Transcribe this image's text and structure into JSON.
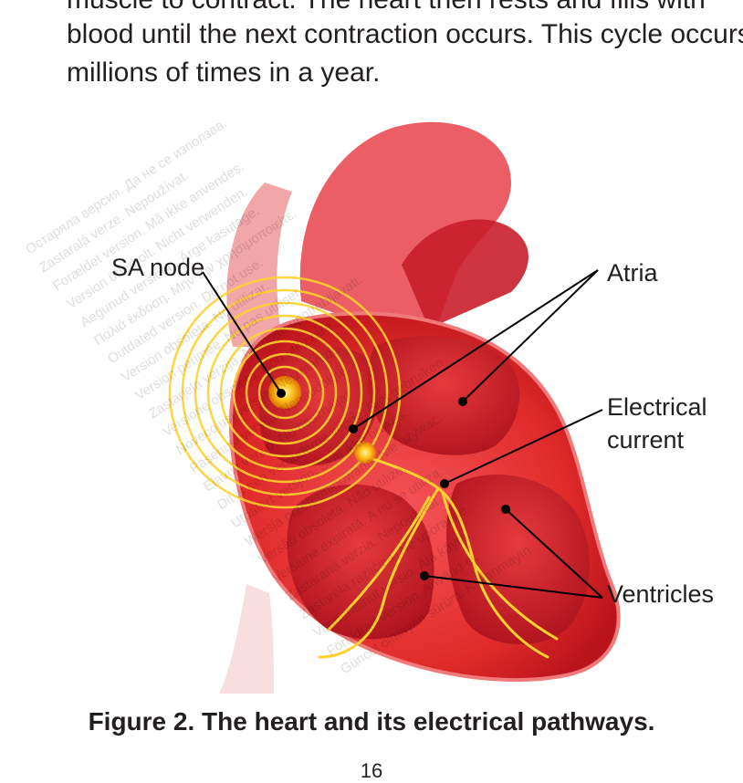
{
  "body_text": {
    "line1": "muscle to contract.  The heart then rests and fills with",
    "line2": "blood until the next contraction occurs.  This cycle occurs",
    "line3": "millions of times in a year."
  },
  "figure": {
    "labels": {
      "sa_node": "SA node",
      "atria": "Atria",
      "electrical_line1": "Electrical",
      "electrical_line2": "current",
      "ventricles": "Ventricles"
    },
    "caption": "Figure 2. The heart and its electrical pathways."
  },
  "page_number": "16",
  "watermark_lines": [
    "Остаряла версия. Да не се използва.",
    "Zastaralá verze. Nepoužívat.",
    "Forældet version. Må ikke anvendes.",
    "Version überholt. Nicht verwenden.",
    "Aegunud versioon. Ärge kasutage.",
    "Παλιά έκδοση. Μην την χρησιμοποιείτε.",
    "Outdated version. Do not use.",
    "Versión obsoleta. No utilizar.",
    "Version périmée. Ne pas utiliser.",
    "Zastarjela verzija. Nemojte upotrebljavati.",
    "Versione obsoleta. Non utilizzare.",
    "Novecojusi versija. Neizmantot.",
    "Pasenusi versija. Nenaudokite.",
    "Elavult verzió. Ne használja!",
    "Dit is een verouderde versie. Niet gebruiken.",
    "Utdatert versjon. Skal ikke brukes.",
    "Wersja przeterminowana. Nie używać.",
    "Versão obsoleta. Não utilize.",
    "Versiune expirată. A nu se utiliza.",
    "Zastaraná verzia. Nepoužívať.",
    "Zastarela različica. Ne uporabite.",
    "Vanhentunut versio. Älä käytä.",
    "Föråldrad version. Använd ej.",
    "Güncel olmayan sürüm. Kullanmayın."
  ],
  "colors": {
    "text": "#231f20",
    "heart_red": "#e02a2a",
    "current_yellow": "#ffd22e"
  }
}
